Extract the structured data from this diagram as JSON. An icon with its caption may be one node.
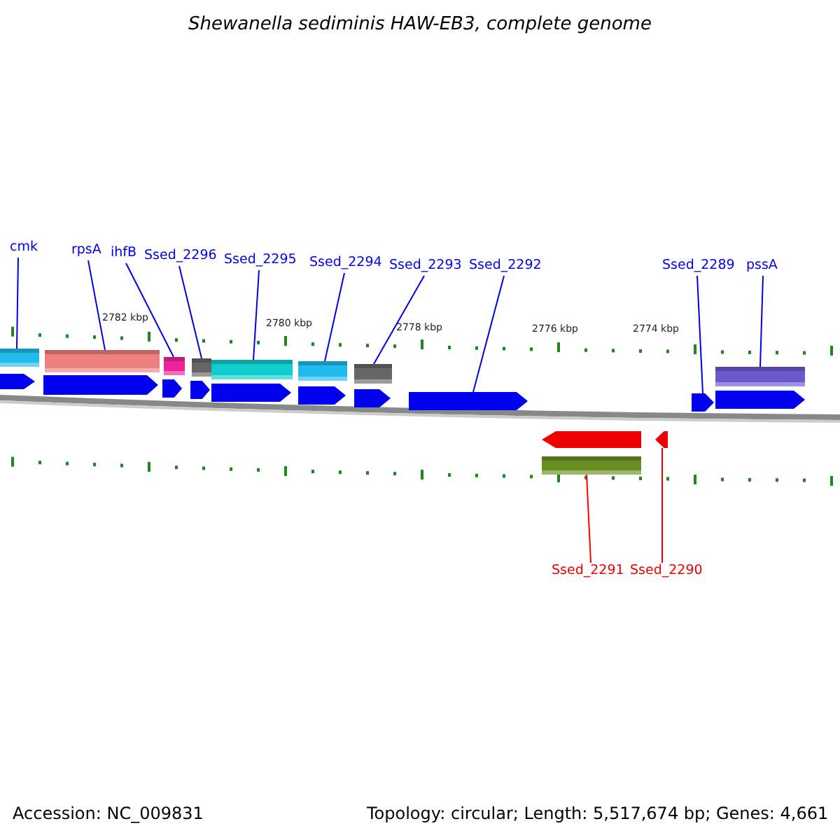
{
  "diagram": {
    "title": "*Shewanella sediminis* HAW-EB3, complete genome",
    "nodes": [
      {
        "text": [
          "cmk"
        ]
      },
      {
        "text": [
          "rpsA"
        ]
      },
      {
        "text": [
          "ihfB"
        ]
      },
      {
        "text": [
          "Ssed_2296"
        ]
      },
      {
        "text": [
          "Ssed_2295"
        ]
      },
      {
        "text": [
          "Ssed_2294"
        ]
      },
      {
        "text": [
          "Ssed_2293"
        ]
      },
      {
        "text": [
          "Ssed_2292"
        ]
      },
      {
        "text": [
          "Ssed_2289"
        ]
      },
      {
        "text": [
          "pssA"
        ]
      },
      {
        "text": [
          "Ssed_2291"
        ]
      },
      {
        "text": [
          "Ssed_2290"
        ]
      },
      {
        "text": [],
        "shape": "bar"
      },
      {
        "text": [],
        "shape": "bar"
      },
      {
        "text": [],
        "shape": "bar"
      },
      {
        "text": [],
        "shape": "bar"
      },
      {
        "text": [],
        "shape": "bar"
      },
      {
        "text": [],
        "shape": "bar"
      },
      {
        "text": [],
        "shape": "bar"
      },
      {
        "text": [],
        "shape": "pentagon"
      },
      {
        "text": [],
        "shape": "pentagon"
      },
      {
        "text": [],
        "shape": "bar"
      },
      {
        "text": [],
        "shape": "bar"
      },
      {
        "text": [],
        "shape": "pentagon"
      },
      {
        "text": [],
        "shape": "pentagon"
      },
      {
        "text": [],
        "shape": "pentagon"
      },
      {
        "text": [],
        "shape": "pentagon"
      },
      {
        "text": [],
        "shape": "pentagon"
      },
      {
        "text": [],
        "shape": "pentagon"
      },
      {
        "text": [],
        "shape": "pentagon"
      },
      {
        "text": [],
        "shape": "pentagon"
      },
      {
        "text": [],
        "shape": "pentagon"
      },
      {
        "text": [],
        "shape": "pentagon"
      }
    ],
    "edges": [
      {
        "from": 0,
        "to": 12,
        "arrow": "none"
      },
      {
        "from": 1,
        "to": 13,
        "arrow": "none"
      },
      {
        "from": 2,
        "to": 14,
        "arrow": "none"
      },
      {
        "from": 3,
        "to": 15,
        "arrow": "none"
      },
      {
        "from": 4,
        "to": 16,
        "arrow": "none"
      },
      {
        "from": 5,
        "to": 17,
        "arrow": "none"
      },
      {
        "from": 6,
        "to": 18,
        "arrow": "none"
      },
      {
        "from": 7,
        "to": 19,
        "arrow": "none"
      },
      {
        "from": 8,
        "to": 20,
        "arrow": "none"
      },
      {
        "from": 9,
        "to": 21,
        "arrow": "none"
      },
      {
        "from": 10,
        "to": 22,
        "arrow": "none",
        "color": "#ff0000"
      },
      {
        "from": 11,
        "to": 23,
        "arrow": "none",
        "color": "#ff0000"
      }
    ],
    "labels": [
      "2782 kbp",
      "2780 kbp",
      "2778 kbp",
      "2776 kbp",
      "2774 kbp",
      "Accession: NC_009831",
      "Topology: circular; Length: 5,517,674 bp; Genes: 4,661"
    ]
  }
}
